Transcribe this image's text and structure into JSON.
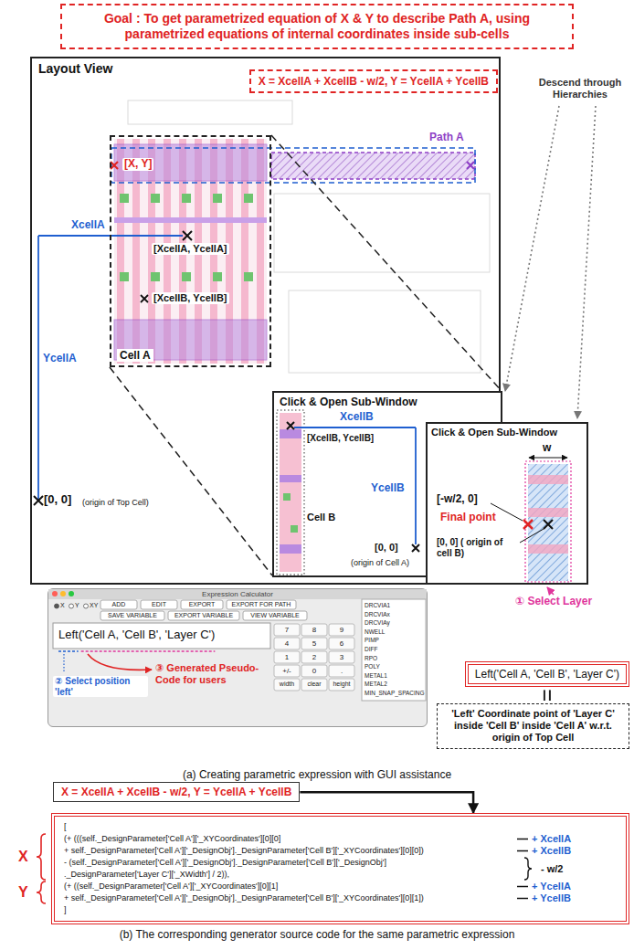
{
  "diagram": {
    "nodes": [
      {
        "text": [
          "Goal : To get parametrized equation of X & Y to describe Path A, using parametrized equations of internal coordinates inside sub-cells"
        ]
      },
      {
        "text": [
          "Layout View"
        ]
      },
      {
        "text": [
          "X = XcellA + XcellB - w/2, Y = YcellA + YcellB"
        ],
        "in": 1
      },
      {
        "text": [
          "Cell A"
        ],
        "in": 1
      },
      {
        "text": [
          "Click & Open Sub-Window"
        ]
      },
      {
        "text": [
          "Click & Open Sub-Window"
        ]
      },
      {
        "text": [
          "Expression Calculator"
        ]
      },
      {
        "text": [
          "Left('Cell A, 'Cell B', 'Layer C')"
        ]
      },
      {
        "text": [
          "'Left' Coordinate point of 'Layer C' inside 'Cell B' inside 'Cell A' w.r.t. origin of Top Cell"
        ]
      },
      {
        "text": [
          "X = XcellA + XcellB - w/2, Y = YcellA + YcellB"
        ]
      },
      {
        "text": [
          "[",
          "(+ (((self._DesignParameter['Cell A']['_XYCoordinates'][0][0]",
          "+ self._DesignParameter['Cell A']['_DesignObj']._DesignParameter['Cell B']['_XYCoordinates'][0][0])",
          "- (self._DesignParameter['Cell A']['_DesignObj']._DesignParameter['Cell B']['_DesignObj']",
          "._DesignParameter['Layer C']['_XWidth'] / 2)),",
          "(+ ((self._DesignParameter['Cell A']['_XYCoordinates'][0][1]",
          "+ self._DesignParameter['Cell A']['_DesignObj']._DesignParameter['Cell B']['_XYCoordinates'][0][1])",
          "]"
        ]
      }
    ],
    "edges": [
      {
        "from": 9,
        "to": 10,
        "arrow": "to"
      }
    ],
    "labels": [
      "[X, Y]",
      "Path A",
      "XcellA",
      "YcellA",
      "[XcellA, YcellA]",
      "[XcellB, YcellB]",
      "[0, 0]",
      "(origin of Top Cell)",
      "Descend through Hierarchies",
      "XcellB",
      "[XcellB, YcellB]",
      "Cell B",
      "YcellB",
      "[0, 0]",
      "(origin of Cell A)",
      "w",
      "[-w/2, 0]",
      "Final point",
      "[0, 0] ( origin of cell B)",
      "① Select Layer",
      "② Select position 'left'",
      "③ Generated Pseudo-Code for users",
      "Left('Cell A, 'Cell B', 'Layer C')",
      "ADD",
      "EDIT",
      "EXPORT",
      "EXPORT FOR PATH",
      "SAVE VARIABLE",
      "EXPORT VARIABLE",
      "VIEW VARIABLE",
      "X",
      "Y",
      "XY",
      "7",
      "8",
      "9",
      "4",
      "5",
      "6",
      "1",
      "2",
      "3",
      "+/-",
      "0",
      ".",
      "width",
      "clear",
      "height",
      "DRCVIA1",
      "DRCVIAx",
      "DRCVIAy",
      "NWELL",
      "PIMP",
      "DIFF",
      "RPO",
      "POLY",
      "METAL1",
      "METAL2",
      "MIN_SNAP_SPACING",
      "(a) Creating parametric expression with GUI assistance",
      "(b) The corresponding generator source code for the same parametric expression",
      "X",
      "Y",
      "+ XcellA",
      "+ XcellB",
      "- w/2",
      "+ YcellA",
      "+ YcellB"
    ]
  }
}
